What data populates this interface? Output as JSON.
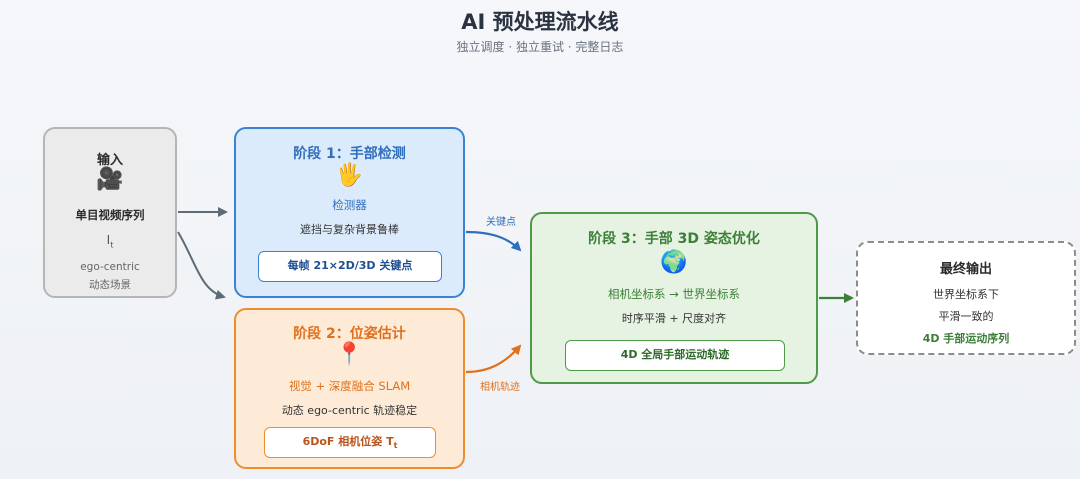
{
  "header": {
    "title": "AI 预处理流水线",
    "subtitle": "独立调度 · 独立重试 · 完整日志"
  },
  "input": {
    "title": "输入",
    "icon": "video-camera-icon",
    "emoji": "🎥",
    "name": "单目视频序列",
    "symbol": "I",
    "symbol_sub": "t",
    "desc_line1": "ego-centric",
    "desc_line2": "动态场景"
  },
  "stage1": {
    "title": "阶段 1：手部检测",
    "icon": "hand-icon",
    "emoji": "🖐",
    "subtitle": "检测器",
    "desc": "遮挡与复杂背景鲁棒",
    "output": "每帧 21×2D/3D 关键点"
  },
  "stage2": {
    "title": "阶段 2：位姿估计",
    "icon": "pin-icon",
    "emoji": "📍",
    "subtitle": "视觉 + 深度融合 SLAM",
    "desc": "动态 ego-centric 轨迹稳定",
    "output": "6DoF 相机位姿 T",
    "output_sub": "t"
  },
  "stage3": {
    "title": "阶段 3：手部 3D 姿态优化",
    "icon": "globe-icon",
    "emoji": "🌍",
    "subtitle": "相机坐标系 → 世界坐标系",
    "desc": "时序平滑 + 尺度对齐",
    "output": "4D 全局手部运动轨迹"
  },
  "output": {
    "title": "最终输出",
    "line1": "世界坐标系下",
    "line2": "平滑一致的",
    "line3": "4D 手部运动序列"
  },
  "edges": {
    "keypoints_label": "关键点",
    "trajectory_label": "相机轨迹"
  },
  "colors": {
    "stage1_accent": "#2f6fbd",
    "stage2_accent": "#e0701c",
    "stage3_accent": "#3c7f37",
    "arrow_gray": "#5d6b78"
  }
}
